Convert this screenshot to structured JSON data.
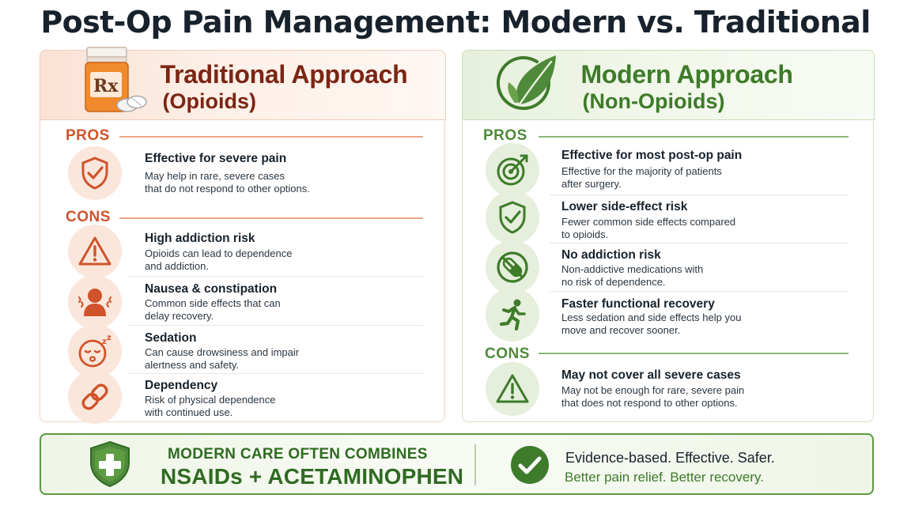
{
  "title": "Post-Op Pain Management: Modern vs. Traditional",
  "traditional": {
    "title": "Traditional Approach",
    "subtitle": "(Opioids)",
    "rx_label": "Rx",
    "pros_label": "PROS",
    "cons_label": "CONS",
    "pros": [
      {
        "title": "Effective for severe pain",
        "desc": [
          "May help in rare, severe cases",
          "that do not respond to other options."
        ],
        "icon": "shield-check-icon"
      }
    ],
    "cons": [
      {
        "title": "High addiction risk",
        "desc": [
          "Opioids can lead to dependence",
          "and addiction."
        ],
        "icon": "warning-icon"
      },
      {
        "title": "Nausea & constipation",
        "desc": [
          "Common side effects that can",
          "delay recovery."
        ],
        "icon": "nauseous-person-icon"
      },
      {
        "title": "Sedation",
        "desc": [
          "Can cause drowsiness and impair",
          "alertness and safety."
        ],
        "icon": "sleepy-face-icon"
      },
      {
        "title": "Dependency",
        "desc": [
          "Risk of physical dependence",
          "with continued use."
        ],
        "icon": "chain-link-icon"
      }
    ]
  },
  "modern": {
    "title": "Modern Approach",
    "subtitle": "(Non-Opioids)",
    "pros_label": "PROS",
    "cons_label": "CONS",
    "pros": [
      {
        "title": "Effective for most post-op pain",
        "desc": [
          "Effective for the majority of patients",
          "after surgery."
        ],
        "icon": "target-icon"
      },
      {
        "title": "Lower side-effect risk",
        "desc": [
          "Fewer common side effects compared",
          "to opioids."
        ],
        "icon": "shield-check-icon"
      },
      {
        "title": "No addiction risk",
        "desc": [
          "Non-addictive medications with",
          "no risk of dependence."
        ],
        "icon": "no-pill-icon"
      },
      {
        "title": "Faster functional recovery",
        "desc": [
          "Less sedation and side effects help you",
          "move and recover sooner."
        ],
        "icon": "running-person-icon"
      }
    ],
    "cons": [
      {
        "title": "May not cover all severe cases",
        "desc": [
          "May not be enough for rare, severe pain",
          "that does not respond to other options."
        ],
        "icon": "warning-icon"
      }
    ]
  },
  "banner": {
    "line1": "MODERN CARE OFTEN COMBINES",
    "line2": "NSAIDs + ACETAMINOPHEN",
    "text1": "Evidence-based. Effective. Safer.",
    "text2": "Better pain relief. Better recovery."
  },
  "colors": {
    "traditional_accent": "#d0532b",
    "traditional_title": "#7c2514",
    "modern_accent": "#4f8a3a",
    "modern_title": "#3e7b2a"
  }
}
